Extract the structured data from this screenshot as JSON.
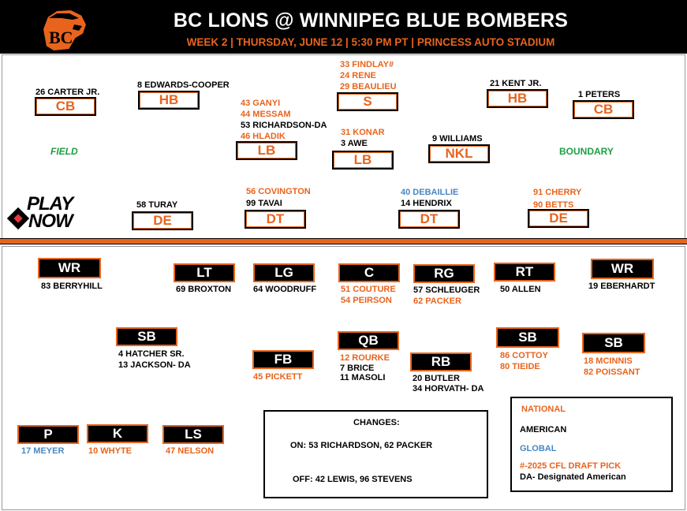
{
  "header": {
    "title": "BC LIONS @ WINNIPEG BLUE BOMBERS",
    "subtitle": "WEEK 2 | THURSDAY, JUNE 12 | 5:30 PM PT | PRINCESS AUTO STADIUM"
  },
  "colors": {
    "national": "#e8641d",
    "american": "#000000",
    "global": "#4a86c5",
    "header_bg": "#000000",
    "field_label": "#1e9e45"
  },
  "defense": {
    "field_label": "FIELD",
    "boundary_label": "BOUNDARY",
    "positions": {
      "cb_left": "CB",
      "hb_left": "HB",
      "s": "S",
      "hb_right": "HB",
      "cb_right": "CB",
      "lb_left": "LB",
      "lb_mid": "LB",
      "nkl": "NKL",
      "de_left": "DE",
      "dt_left": "DT",
      "dt_right": "DT",
      "de_right": "DE"
    },
    "players": {
      "cb_left": [
        "26 CARTER JR."
      ],
      "hb_left": [
        "8 EDWARDS-COOPER"
      ],
      "s": [
        "33 FINDLAY#",
        "24 RENE",
        "29 BEAULIEU"
      ],
      "hb_right": [
        "21 KENT JR."
      ],
      "cb_right": [
        "1 PETERS"
      ],
      "lb_left": [
        "43 GANYI",
        "44 MESSAM",
        "53 RICHARDSON-DA",
        "46 HLADIK"
      ],
      "lb_mid": [
        "31 KONAR",
        "3 AWE"
      ],
      "nkl": [
        "9 WILLIAMS"
      ],
      "de_left": [
        "58 TURAY"
      ],
      "dt_left": [
        "56 COVINGTON",
        "99 TAVAI"
      ],
      "dt_right": [
        "40 DEBAILLIE",
        "14 HENDRIX"
      ],
      "de_right": [
        "91 CHERRY",
        "90 BETTS"
      ]
    }
  },
  "logo_text": {
    "play": "PLAY",
    "now": "NOW"
  },
  "offense": {
    "positions": {
      "wr_left": "WR",
      "lt": "LT",
      "lg": "LG",
      "c": "C",
      "rg": "RG",
      "rt": "RT",
      "wr_right": "WR",
      "sb_left": "SB",
      "fb": "FB",
      "qb": "QB",
      "rb": "RB",
      "sb_mid": "SB",
      "sb_right": "SB",
      "p": "P",
      "k": "K",
      "ls": "LS"
    },
    "players": {
      "wr_left": [
        "83 BERRYHILL"
      ],
      "lt": [
        "69 BROXTON"
      ],
      "lg": [
        "64 WOODRUFF"
      ],
      "c": [
        "51 COUTURE",
        "54 PEIRSON"
      ],
      "rg": [
        "57 SCHLEUGER",
        "62 PACKER"
      ],
      "rt": [
        "50 ALLEN"
      ],
      "wr_right": [
        "19 EBERHARDT"
      ],
      "sb_left": [
        "4 HATCHER SR.",
        "13 JACKSON- DA"
      ],
      "fb": [
        "45 PICKETT"
      ],
      "qb": [
        "12 ROURKE",
        "7 BRICE",
        "11 MASOLI"
      ],
      "rb": [
        "20 BUTLER",
        "34 HORVATH- DA"
      ],
      "sb_mid": [
        "86 COTTOY",
        "80 TIEIDE"
      ],
      "sb_right": [
        "18 MCINNIS",
        "82 POISSANT"
      ],
      "p": [
        "17 MEYER"
      ],
      "k": [
        "10 WHYTE"
      ],
      "ls": [
        "47 NELSON"
      ]
    }
  },
  "changes": {
    "title": "CHANGES:",
    "on": "ON: 53 RICHARDSON, 62 PACKER",
    "off": "OFF: 42 LEWIS, 96 STEVENS"
  },
  "legend": {
    "national": "NATIONAL",
    "american": "AMERICAN",
    "global": "GLOBAL",
    "draft": "#-2025 CFL DRAFT PICK",
    "da": "DA- Designated American"
  }
}
